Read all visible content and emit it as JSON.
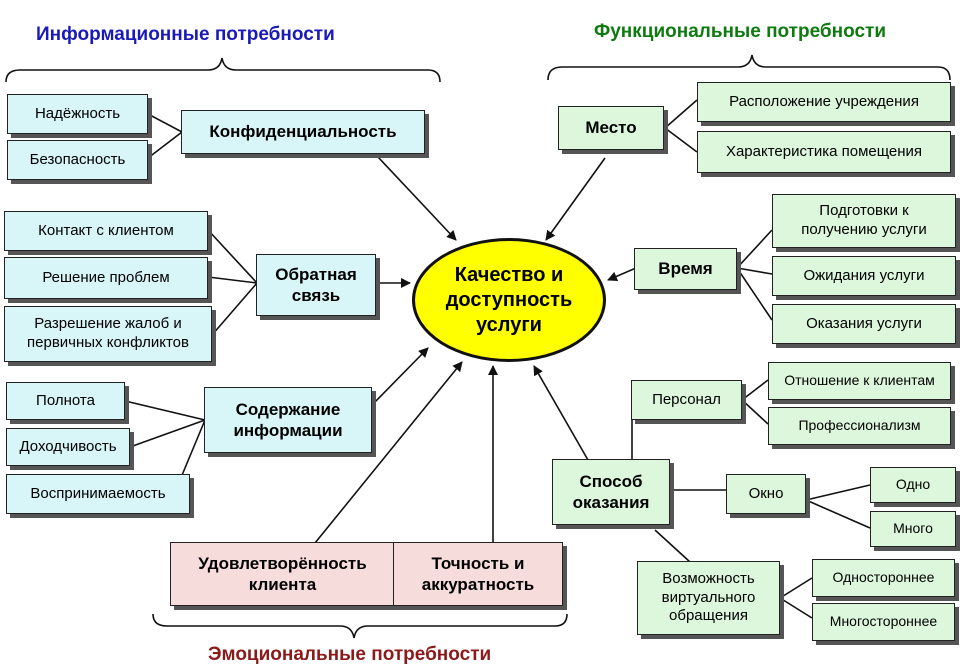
{
  "headings": {
    "info": "Информационные потребности",
    "func": "Функциональные потребности",
    "emo": "Эмоциональные потребности"
  },
  "colors": {
    "info_heading": "#1a1ab8",
    "func_heading": "#0f7a0f",
    "emo_heading": "#8b1a1a",
    "center_fill": "#ffff00",
    "cyan_fill": "#d8f5f7",
    "green_fill": "#dcf7dc",
    "pink_fill": "#f7dcdc"
  },
  "center": {
    "line1": "Качество и",
    "line2": "доступность",
    "line3": "услуги"
  },
  "info": {
    "confidentiality": {
      "label": "Конфиденциальность",
      "children": [
        "Надёжность",
        "Безопасность"
      ]
    },
    "feedback": {
      "label1": "Обратная",
      "label2": "связь",
      "children": [
        "Контакт с клиентом",
        "Решение проблем"
      ],
      "child3_line1": "Разрешение жалоб и",
      "child3_line2": "первичных конфликтов"
    },
    "content": {
      "label1": "Содержание",
      "label2": "информации",
      "children": [
        "Полнота",
        "Доходчивость",
        "Воспринимаемость"
      ]
    }
  },
  "func": {
    "place": {
      "label": "Место",
      "children": [
        "Расположение учреждения",
        "Характеристика помещения"
      ]
    },
    "time": {
      "label": "Время",
      "child1_line1": "Подготовки к",
      "child1_line2": "получению услуги",
      "children": [
        "Ожидания услуги",
        "Оказания услуги"
      ]
    },
    "method": {
      "label1": "Способ",
      "label2": "оказания",
      "staff": {
        "label": "Персонал",
        "children": [
          "Отношение к клиентам",
          "Профессионализм"
        ]
      },
      "window": {
        "label": "Окно",
        "children": [
          "Одно",
          "Много"
        ]
      },
      "virtual": {
        "line1": "Возможность",
        "line2": "виртуального",
        "line3": "обращения",
        "children": [
          "Одностороннее",
          "Многостороннее"
        ]
      }
    }
  },
  "emo": {
    "satisfaction": {
      "line1": "Удовлетворённость",
      "line2": "клиента"
    },
    "accuracy": {
      "line1": "Точность и",
      "line2": "аккуратность"
    }
  }
}
